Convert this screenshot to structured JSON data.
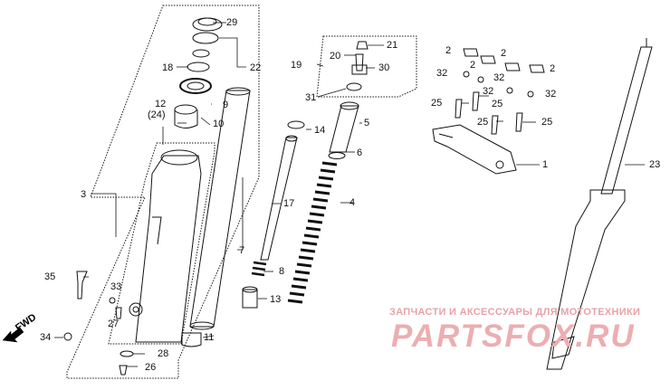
{
  "callouts": {
    "c1": "1",
    "c2a": "2",
    "c2b": "2",
    "c2c": "2",
    "c2d": "2",
    "c3": "3",
    "c4": "4",
    "c5": "5",
    "c6": "6",
    "c7": "7",
    "c8": "8",
    "c9": "9",
    "c10": "10",
    "c11": "11",
    "c12": "12",
    "c24p": "(24)",
    "c13": "13",
    "c14": "14",
    "c17": "17",
    "c18": "18",
    "c19": "19",
    "c20": "20",
    "c21": "21",
    "c22": "22",
    "c23": "23",
    "c25a": "25",
    "c25b": "25",
    "c25c": "25",
    "c25d": "25",
    "c26": "26",
    "c27": "27",
    "c28": "28",
    "c29": "29",
    "c30": "30",
    "c31": "31",
    "c32a": "32",
    "c32b": "32",
    "c32c": "32",
    "c32d": "32",
    "c33": "33",
    "c34": "34",
    "c35": "35"
  },
  "fwd_label": "FWD",
  "watermark": {
    "line1": "ЗАПЧАСТИ И АКСЕССУАРЫ ДЛЯ МОТОТЕХНИКИ",
    "line2": "PARTSFOX.RU"
  },
  "colors": {
    "ink": "#111111",
    "watermark": "#e7a3a7"
  }
}
